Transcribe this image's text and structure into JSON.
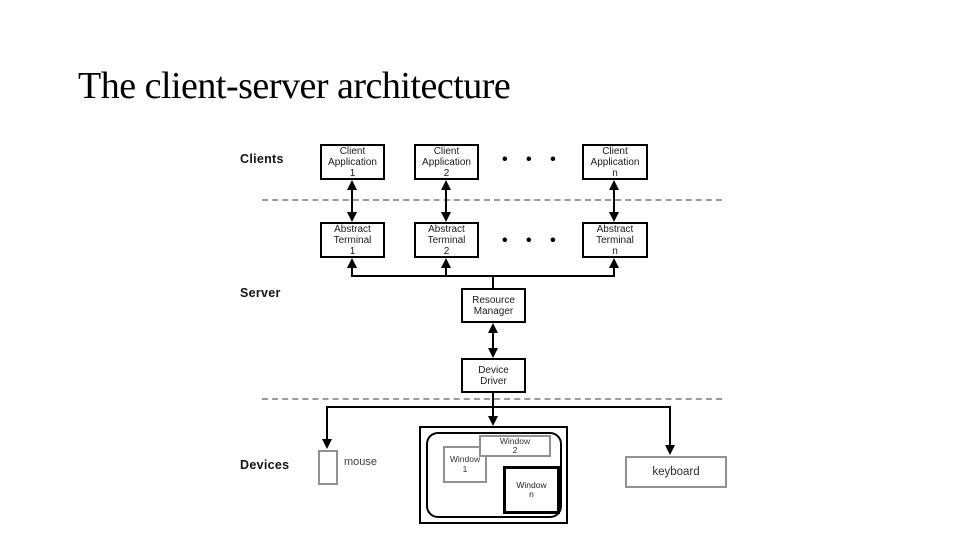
{
  "title": "The client-server architecture",
  "labels": {
    "clients": "Clients",
    "server": "Server",
    "devices": "Devices"
  },
  "ellipsis": "• • •",
  "nodes": {
    "client_apps": [
      "Client\nApplication\n1",
      "Client\nApplication\n2",
      "Client\nApplication\nn"
    ],
    "abstract_terminals": [
      "Abstract\nTerminal\n1",
      "Abstract\nTerminal\n2",
      "Abstract\nTerminal\nn"
    ],
    "resource_manager": "Resource\nManager",
    "device_driver": "Device\nDriver"
  },
  "devices": {
    "mouse": "mouse",
    "keyboard": "keyboard",
    "windows": [
      "Window\n1",
      "Window\n2",
      "Window\nn"
    ]
  },
  "colors": {
    "line": "#000000",
    "muted_border": "#919191",
    "dashed_line": "#9b9b9b",
    "background": "#ffffff"
  }
}
